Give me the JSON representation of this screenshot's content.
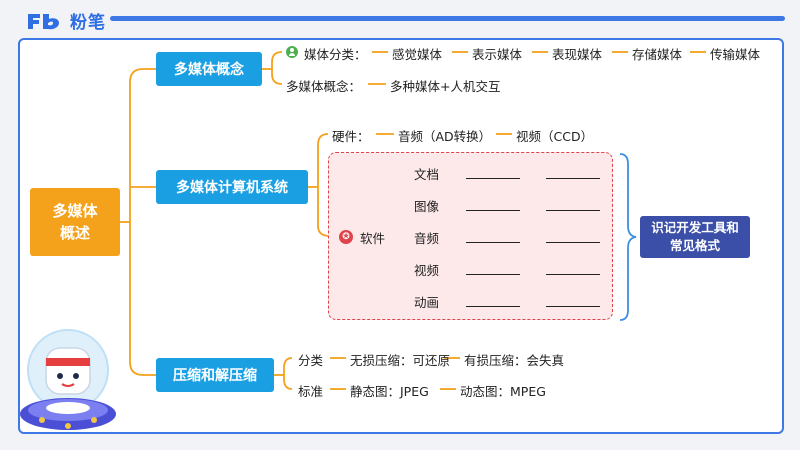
{
  "brand": {
    "logo_text": "粉笔"
  },
  "root": {
    "line1": "多媒体",
    "line2": "概述"
  },
  "branch1": {
    "title": "多媒体概念",
    "types_label": "媒体分类：",
    "types": [
      "感觉媒体",
      "表示媒体",
      "表现媒体",
      "存储媒体",
      "传输媒体"
    ],
    "concept_label": "多媒体概念：",
    "concept_value": "多种媒体+人机交互"
  },
  "branch2": {
    "title": "多媒体计算机系统",
    "hardware_label": "硬件：",
    "hardware_items": [
      "音频（AD转换）",
      "视频（CCD）"
    ],
    "software_label": "软件",
    "software_items": [
      "文档",
      "图像",
      "音频",
      "视频",
      "动画"
    ],
    "tip": {
      "line1": "识记开发工具和",
      "line2": "常见格式"
    }
  },
  "branch3": {
    "title": "压缩和解压缩",
    "class_label": "分类",
    "class_items": [
      "无损压缩：可还原",
      "有损压缩：会失真"
    ],
    "std_label": "标准",
    "std_items": [
      "静态图：JPEG",
      "动态图：MPEG"
    ]
  },
  "colors": {
    "root": "#f4a11b",
    "branch": "#1a9fe3",
    "connector": "#f4a11b",
    "accent": "#3d78e6",
    "tip": "#3b4fa8",
    "dash": "#e0434b"
  }
}
